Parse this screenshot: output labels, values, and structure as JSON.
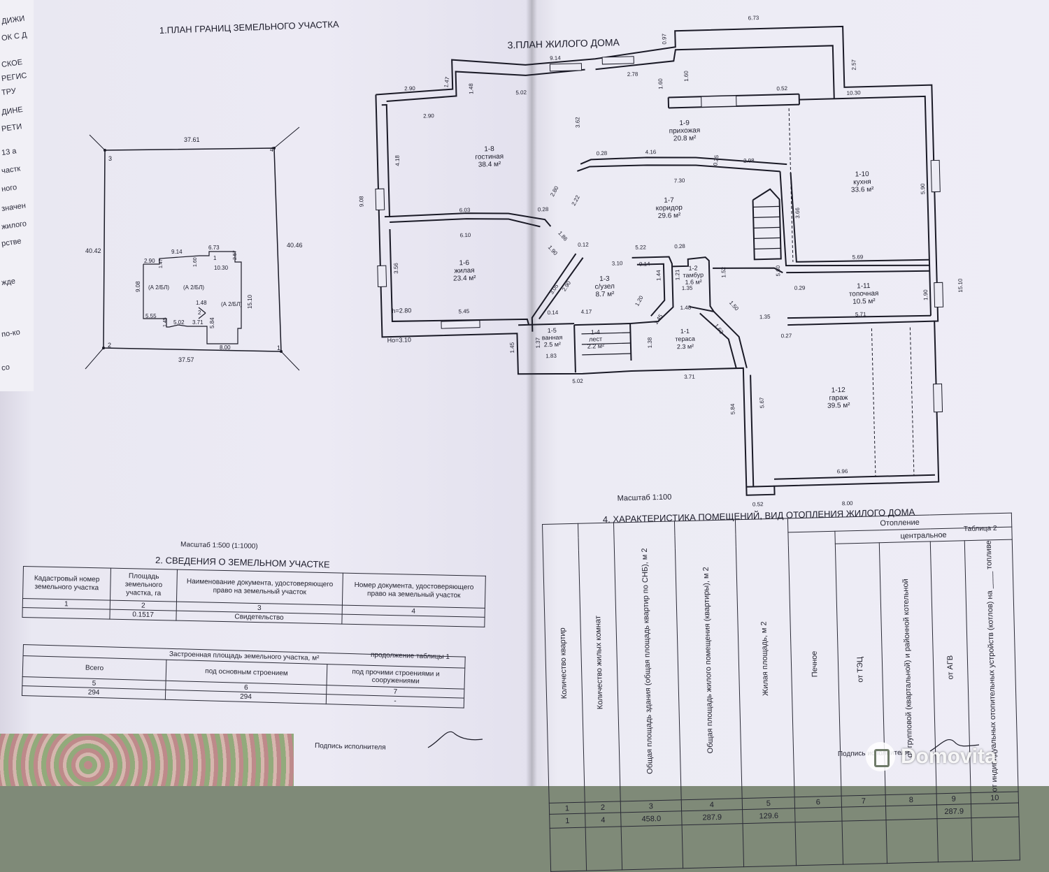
{
  "edge_strip": [
    "ДИЖИ",
    "ОК С Д",
    "СКОЕ",
    "РЕГИС",
    "ТРУ",
    "ДИНЕ",
    "РЕТИ",
    "13 а",
    "частк",
    "ного",
    "значен",
    "жилого",
    "рстве",
    "жде",
    "по-ко",
    "со"
  ],
  "section1": {
    "title": "1.ПЛАН ГРАНИЦ ЗЕМЕЛЬНОГО УЧАСТКА",
    "scale": "Масштаб 1:500 (1:1000)",
    "plot_sides": {
      "top": "37.61",
      "bottom": "37.57",
      "left": "40.42",
      "right": "40.46"
    },
    "corners": [
      "1",
      "2",
      "3",
      "4"
    ],
    "house_dims": [
      "9.14",
      "6.73",
      "2.90",
      "1.47",
      "1.60",
      "2.57",
      "10.30",
      "9.08",
      "15.10",
      "1.48",
      "5.55",
      "1.45",
      "5.02",
      "3.71",
      "5.84",
      "8.00"
    ],
    "house_labels": [
      "(А 2/БЛ)",
      "(А 2/БЛ)",
      "(А 2/БЛ)",
      "1",
      "2"
    ]
  },
  "section2": {
    "title": "2. СВЕДЕНИЯ О ЗЕМЕЛЬНОМ УЧАСТКЕ",
    "headers": [
      "Кадастровый номер земельного участка",
      "Площадь земельного участка, га",
      "Наименование документа, удостоверяющего право на земельный участок",
      "Номер документа, удостоверяющего право на земельный участок"
    ],
    "numbers": [
      "1",
      "2",
      "3",
      "4"
    ],
    "row": [
      "",
      "0.1517",
      "Свидетельство",
      ""
    ],
    "continuation": "продолжение таблицы 1",
    "built_title": "Застроенная площадь земельного участка, м²",
    "built_headers": [
      "Всего",
      "под основным строением",
      "под прочими строениями и сооружениями"
    ],
    "built_numbers": [
      "5",
      "6",
      "7"
    ],
    "built_row": [
      "294",
      "294",
      "-"
    ],
    "signature": "Подпись исполнителя"
  },
  "section3": {
    "title": "3.ПЛАН ЖИЛОГО ДОМА",
    "scale": "Масштаб 1:100",
    "h_label": "h=2.80",
    "ho_label": "Но=3.10",
    "rooms": [
      {
        "id": "1-8",
        "name": "гостиная",
        "area": "38.4 м²"
      },
      {
        "id": "1-9",
        "name": "прихожая",
        "area": "20.8 м²"
      },
      {
        "id": "1-10",
        "name": "кухня",
        "area": "33.6 м²"
      },
      {
        "id": "1-7",
        "name": "коридор",
        "area": "29.6 м²"
      },
      {
        "id": "1-6",
        "name": "жилая",
        "area": "23.4 м²"
      },
      {
        "id": "1-3",
        "name": "с/узел",
        "area": "8.7 м²"
      },
      {
        "id": "1-2",
        "name": "тамбур",
        "area": "1.6 м²"
      },
      {
        "id": "1-11",
        "name": "топочная",
        "area": "10.5 м²"
      },
      {
        "id": "1-5",
        "name": "ванная",
        "area": "2.5 м²"
      },
      {
        "id": "1-4",
        "name": "лест",
        "area": "2.2 м²"
      },
      {
        "id": "1-1",
        "name": "тераса",
        "area": "2.3 м²"
      },
      {
        "id": "1-12",
        "name": "гараж",
        "area": "39.5 м²"
      }
    ],
    "dims": [
      "6.73",
      "0.97",
      "9.14",
      "2.57",
      "2.78",
      "1.60",
      "1.60",
      "0.52",
      "10.30",
      "2.90",
      "1.47",
      "1.48",
      "5.02",
      "2.90",
      "3.62",
      "4.18",
      "0.28",
      "4.16",
      "0.25",
      "2.98",
      "9.08",
      "2.80",
      "2.22",
      "7.30",
      "5.90",
      "6.03",
      "0.28",
      "3.66",
      "6.10",
      "1.86",
      "0.12",
      "5.22",
      "0.28",
      "1.90",
      "3.56",
      "3.05",
      "2.90",
      "3.10",
      "0.14",
      "1.44",
      "1.21",
      "1.52",
      "5.69",
      "5.60",
      "0.29",
      "1.20",
      "1.35",
      "15.10",
      "1.48",
      "1.50",
      "1.90",
      "5.45",
      "0.14",
      "4.17",
      "1.45",
      "1.63",
      "1.35",
      "5.71",
      "1.37",
      "1.45",
      "1.38",
      "0.27",
      "1.83",
      "5.02",
      "3.71",
      "5.84",
      "5.67",
      "6.96",
      "0.52",
      "8.00"
    ]
  },
  "section4": {
    "title": "4. ХАРАКТЕРИСТИКА ПОМЕЩЕНИЙ, ВИД ОТОПЛЕНИЯ ЖИЛОГО ДОМА",
    "table_label": "Таблица 2",
    "heating": "Отопление",
    "central": "центральное",
    "headers": [
      "Количество квартир",
      "Количество жилых комнат",
      "Общая площадь здания (общая площадь квартир по СНБ), м 2",
      "Общая площадь жилого помещения (квартиры), м 2",
      "Жилая площадь, м 2",
      "Печное",
      "от ТЭЦ",
      "от групповой (квартальной) и районной котельной",
      "от АГВ",
      "от индивидуальных отопительных устройств (котлов) на ____ топливе"
    ],
    "numbers": [
      "1",
      "2",
      "3",
      "4",
      "5",
      "6",
      "7",
      "8",
      "9",
      "10"
    ],
    "row": [
      "1",
      "4",
      "458.0",
      "287.9",
      "129.6",
      "",
      "",
      "",
      "287.9",
      ""
    ],
    "signature": "Подпись исполнителя"
  },
  "watermark": "Domovita"
}
